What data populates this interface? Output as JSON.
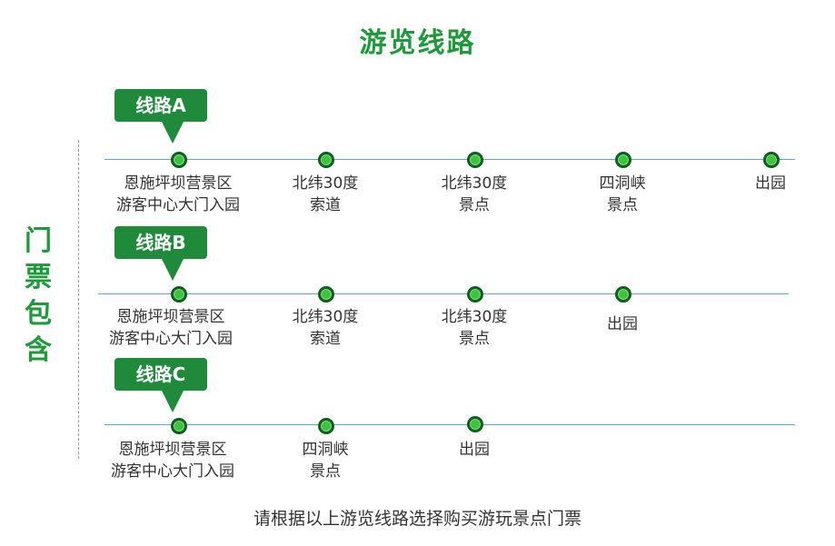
{
  "title": "游览线路",
  "side_label": [
    "门",
    "票",
    "包",
    "含"
  ],
  "routes": [
    {
      "name": "线路A",
      "stops": [
        [
          "恩施坪坝营景区",
          "游客中心大门入园"
        ],
        [
          "北纬30度",
          "索道"
        ],
        [
          "北纬30度",
          "景点"
        ],
        [
          "四洞峡",
          "景点"
        ],
        [
          "出园"
        ]
      ]
    },
    {
      "name": "线路B",
      "stops": [
        [
          "恩施坪坝营景区",
          "游客中心大门入园"
        ],
        [
          "北纬30度",
          "索道"
        ],
        [
          "北纬30度",
          "景点"
        ],
        [
          "出园"
        ]
      ]
    },
    {
      "name": "线路C",
      "stops": [
        [
          "恩施坪坝营景区",
          "游客中心大门入园"
        ],
        [
          "四洞峡",
          "景点"
        ],
        [
          "出园"
        ]
      ]
    }
  ],
  "footer": "请根据以上游览线路选择购买游玩景点门票"
}
